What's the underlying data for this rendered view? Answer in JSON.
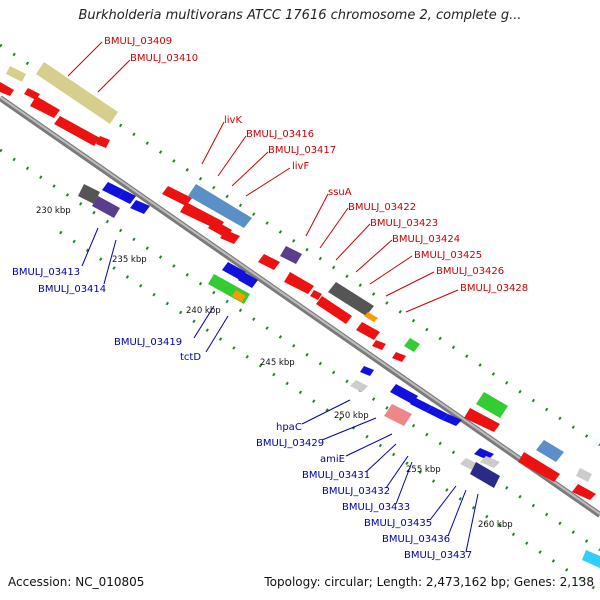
{
  "title": "Burkholderia multivorans ATCC 17616 chromosome 2, complete g...",
  "footer": {
    "accession": "Accession: NC_010805",
    "topology": "Topology: circular; Length: 2,473,162 bp; Genes: 2,138"
  },
  "scale_labels": [
    "230 kbp",
    "235 kbp",
    "240 kbp",
    "245 kbp",
    "250 kbp",
    "255 kbp",
    "260 kbp"
  ],
  "forward_genes": [
    "BMULJ_03409",
    "BMULJ_03410",
    "livK",
    "BMULJ_03416",
    "BMULJ_03417",
    "livF",
    "ssuA",
    "BMULJ_03422",
    "BMULJ_03423",
    "BMULJ_03424",
    "BMULJ_03425",
    "BMULJ_03426",
    "BMULJ_03428"
  ],
  "reverse_genes": [
    "BMULJ_03413",
    "BMULJ_03414",
    "BMULJ_03419",
    "tctD",
    "hpaC",
    "BMULJ_03429",
    "amiE",
    "BMULJ_03431",
    "BMULJ_03432",
    "BMULJ_03433",
    "BMULJ_03435",
    "BMULJ_03436",
    "BMULJ_03437"
  ],
  "colors": {
    "forward_label": "#cc0000",
    "reverse_label": "#0000aa",
    "backbone": "#8c8c8c",
    "tick": "#1f8a1f"
  }
}
